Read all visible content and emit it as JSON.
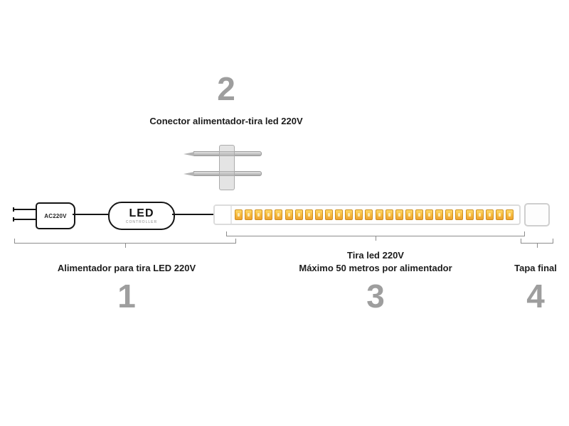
{
  "diagram": {
    "sections": {
      "s1": {
        "number": "1",
        "label": "Alimentador para tira LED 220V"
      },
      "s2": {
        "number": "2",
        "label": "Conector alimentador-tira led 220V"
      },
      "s3": {
        "number": "3",
        "label_line1": "Tira led 220V",
        "label_line2": "Máximo 50 metros por alimentador"
      },
      "s4": {
        "number": "4",
        "label": "Tapa final"
      }
    },
    "plug": {
      "label": "AC220V"
    },
    "controller": {
      "title": "LED",
      "subtitle": "CONTROLLER"
    },
    "led_strip": {
      "count": 28,
      "chip_color": "#f6b93d",
      "chip_border": "#cf8f1e"
    },
    "colors": {
      "number_gray": "#9e9e9e",
      "text": "#1c1c1c",
      "line": "#8c8c8c"
    }
  }
}
